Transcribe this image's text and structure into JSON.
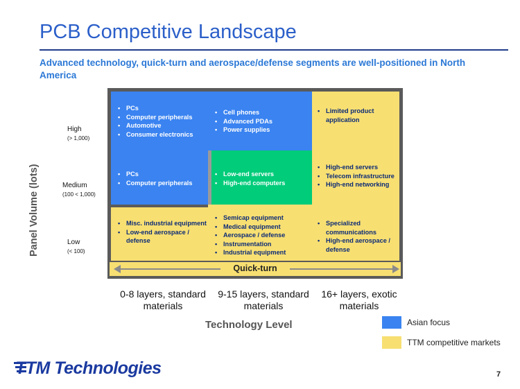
{
  "title": "PCB Competitive Landscape",
  "subtitle": "Advanced technology, quick-turn and aerospace/defense segments are well-positioned in North America",
  "y_axis_label": "Panel Volume (lots)",
  "levels": {
    "high": {
      "label": "High",
      "sub": "(> 1,000)"
    },
    "medium": {
      "label": "Medium",
      "sub": "(100 < 1,000)"
    },
    "low": {
      "label": "Low",
      "sub": "(< 100)"
    }
  },
  "cells": {
    "high_col1": [
      "PCs",
      "Computer peripherals",
      "Automotive",
      "Consumer electronics"
    ],
    "high_col2": [
      "Cell phones",
      "Advanced PDAs",
      "Power supplies"
    ],
    "high_col3": [
      "Limited product application"
    ],
    "medium_col1": [
      "PCs",
      "Computer peripherals"
    ],
    "medium_col2": [
      "Low-end servers",
      "High-end computers"
    ],
    "medium_col3": [
      "High-end servers",
      "Telecom infrastructure",
      "High-end networking"
    ],
    "low_col1": [
      "Misc. industrial equipment",
      "Low-end aerospace / defense"
    ],
    "low_col2": [
      "Semicap equipment",
      "Medical equipment",
      "Aerospace / defense",
      "Instrumentation",
      "Industrial equipment"
    ],
    "low_col3": [
      "Specialized communications",
      "High-end aerospace / defense"
    ]
  },
  "quick_turn": "Quick-turn",
  "columns": [
    "0-8 layers, standard materials",
    "9-15 layers, standard materials",
    "16+ layers, exotic materials"
  ],
  "x_axis_label": "Technology Level",
  "legend": [
    {
      "label": "Asian focus",
      "color": "#3a83f1"
    },
    {
      "label": "TTM competitive markets",
      "color": "#f7df72"
    }
  ],
  "logo_text": "TTM Technologies",
  "page_number": "7",
  "colors": {
    "blue": "#3a83f1",
    "yellow": "#f7df72",
    "green": "#00cc7a",
    "title": "#2b5fc9"
  }
}
